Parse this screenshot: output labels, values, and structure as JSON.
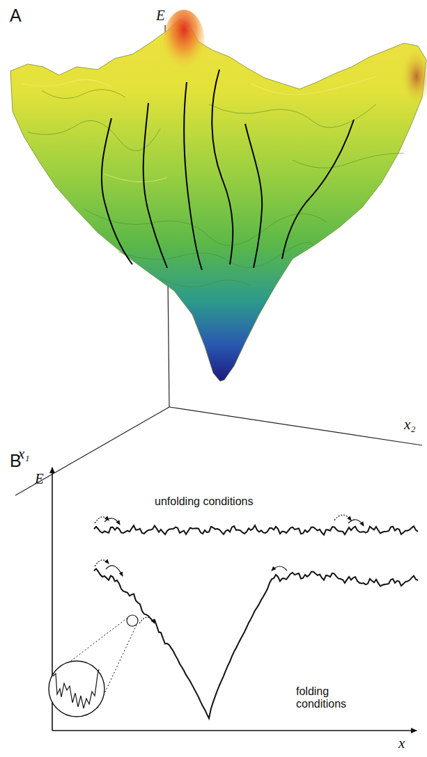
{
  "diagram": {
    "labels": [
      "A",
      "E",
      "x₁",
      "x₂",
      "B",
      "E",
      "unfolding conditions",
      "folding conditions",
      "x"
    ]
  }
}
